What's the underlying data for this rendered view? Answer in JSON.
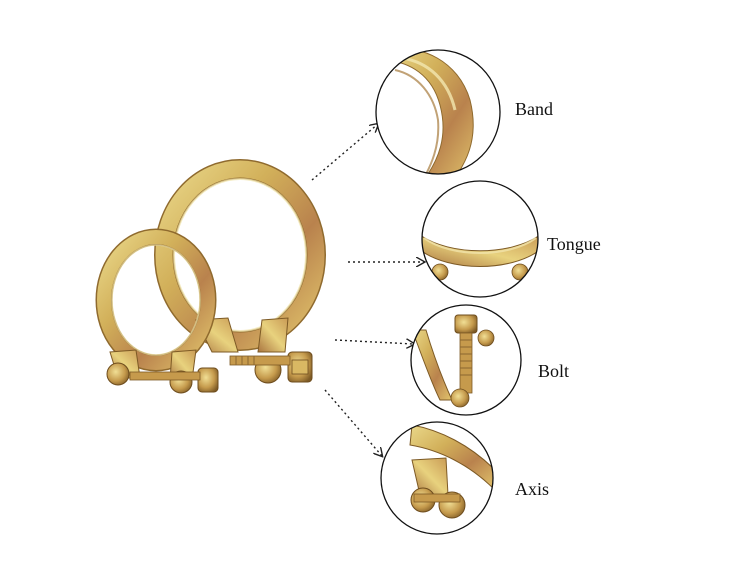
{
  "diagram": {
    "subject": "hose-clamp",
    "parts": [
      {
        "id": "band",
        "label": "Band"
      },
      {
        "id": "tongue",
        "label": "Tongue"
      },
      {
        "id": "bolt",
        "label": "Bolt"
      },
      {
        "id": "axis",
        "label": "Axis"
      }
    ]
  },
  "colors": {
    "metal_light": "#e6d27a",
    "metal_mid": "#c9a04e",
    "metal_dark": "#8f6a2e",
    "copper": "#b87a4c",
    "outline": "#111111",
    "arrow": "#222222",
    "background": "#ffffff"
  }
}
